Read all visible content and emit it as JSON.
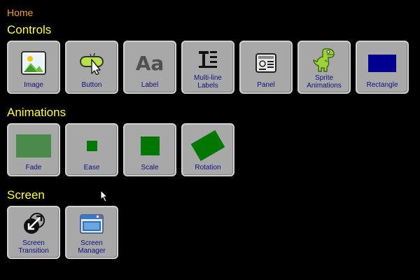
{
  "breadcrumb": "Home",
  "sections": {
    "controls": {
      "title": "Controls",
      "tiles": [
        {
          "label": "Image",
          "icon": "image-icon"
        },
        {
          "label": "Button",
          "icon": "button-click-icon"
        },
        {
          "label": "Label",
          "icon": "font-aa-icon"
        },
        {
          "label": "Multi-line\nLabels",
          "icon": "multiline-text-icon"
        },
        {
          "label": "Panel",
          "icon": "panel-icon"
        },
        {
          "label": "Sprite\nAnimations",
          "icon": "dinosaur-sprite-icon"
        },
        {
          "label": "Rectangle",
          "icon": "rectangle-icon"
        }
      ]
    },
    "animations": {
      "title": "Animations",
      "tiles": [
        {
          "label": "Fade",
          "icon": "fade-square-icon"
        },
        {
          "label": "Ease",
          "icon": "ease-square-icon"
        },
        {
          "label": "Scale",
          "icon": "scale-square-icon"
        },
        {
          "label": "Rotation",
          "icon": "rotation-square-icon"
        }
      ]
    },
    "screen": {
      "title": "Screen",
      "tiles": [
        {
          "label": "Screen\nTransition",
          "icon": "screen-transition-icon"
        },
        {
          "label": "Screen\nManager",
          "icon": "screen-manager-icon"
        }
      ]
    }
  },
  "colors": {
    "background": "#000000",
    "breadcrumb": "#f0a020",
    "section_title": "#ffff40",
    "tile_bg": "#a8a8a8",
    "tile_label": "#101080",
    "rectangle_blue": "#000090",
    "anim_green": "#007800"
  }
}
